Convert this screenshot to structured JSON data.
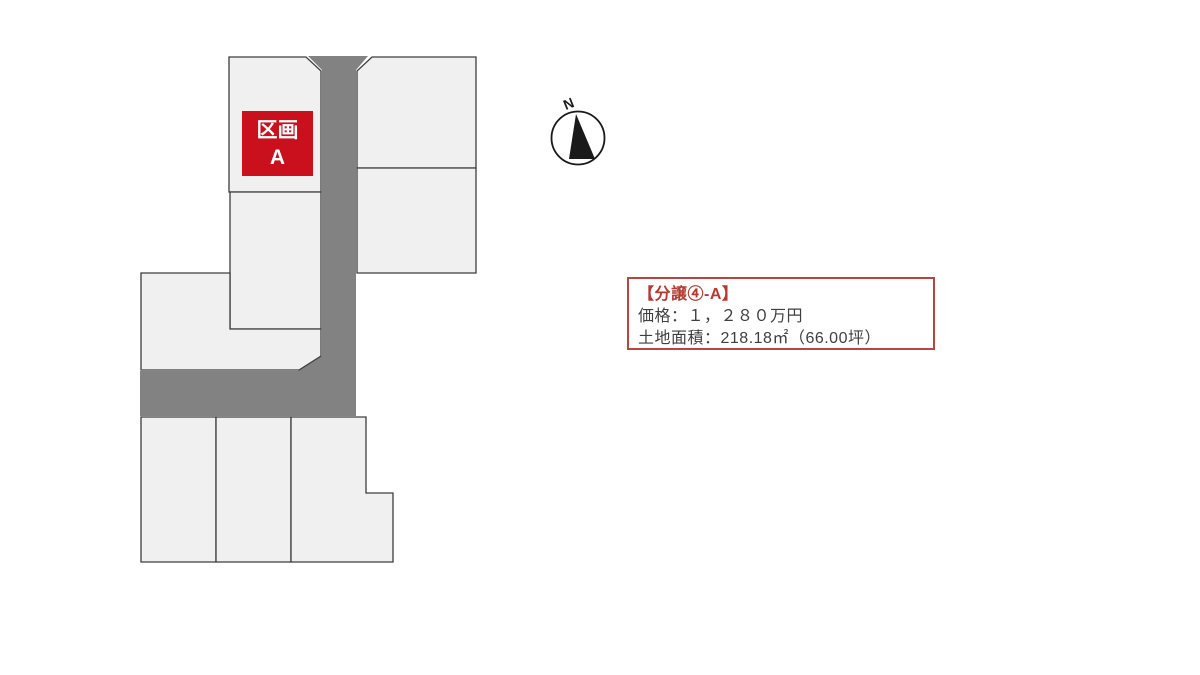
{
  "map": {
    "highlight_plot": {
      "label_line1": "区画",
      "label_line2": "A"
    },
    "compass": {
      "north_label": "N"
    }
  },
  "info_box": {
    "title": "【分譲④-A】",
    "price_line": "価格：１，２８０万円",
    "area_line": "土地面積：218.18㎡（66.00坪）"
  },
  "colors": {
    "plot_highlight": "#c9101c",
    "plot_fill": "#f0f0f0",
    "plot_stroke": "#3d3d3d",
    "road": "#828282",
    "info_border": "#b8453f",
    "info_title": "#b63a32",
    "info_text": "#3f3f3f",
    "compass": "#1a1a1a"
  }
}
